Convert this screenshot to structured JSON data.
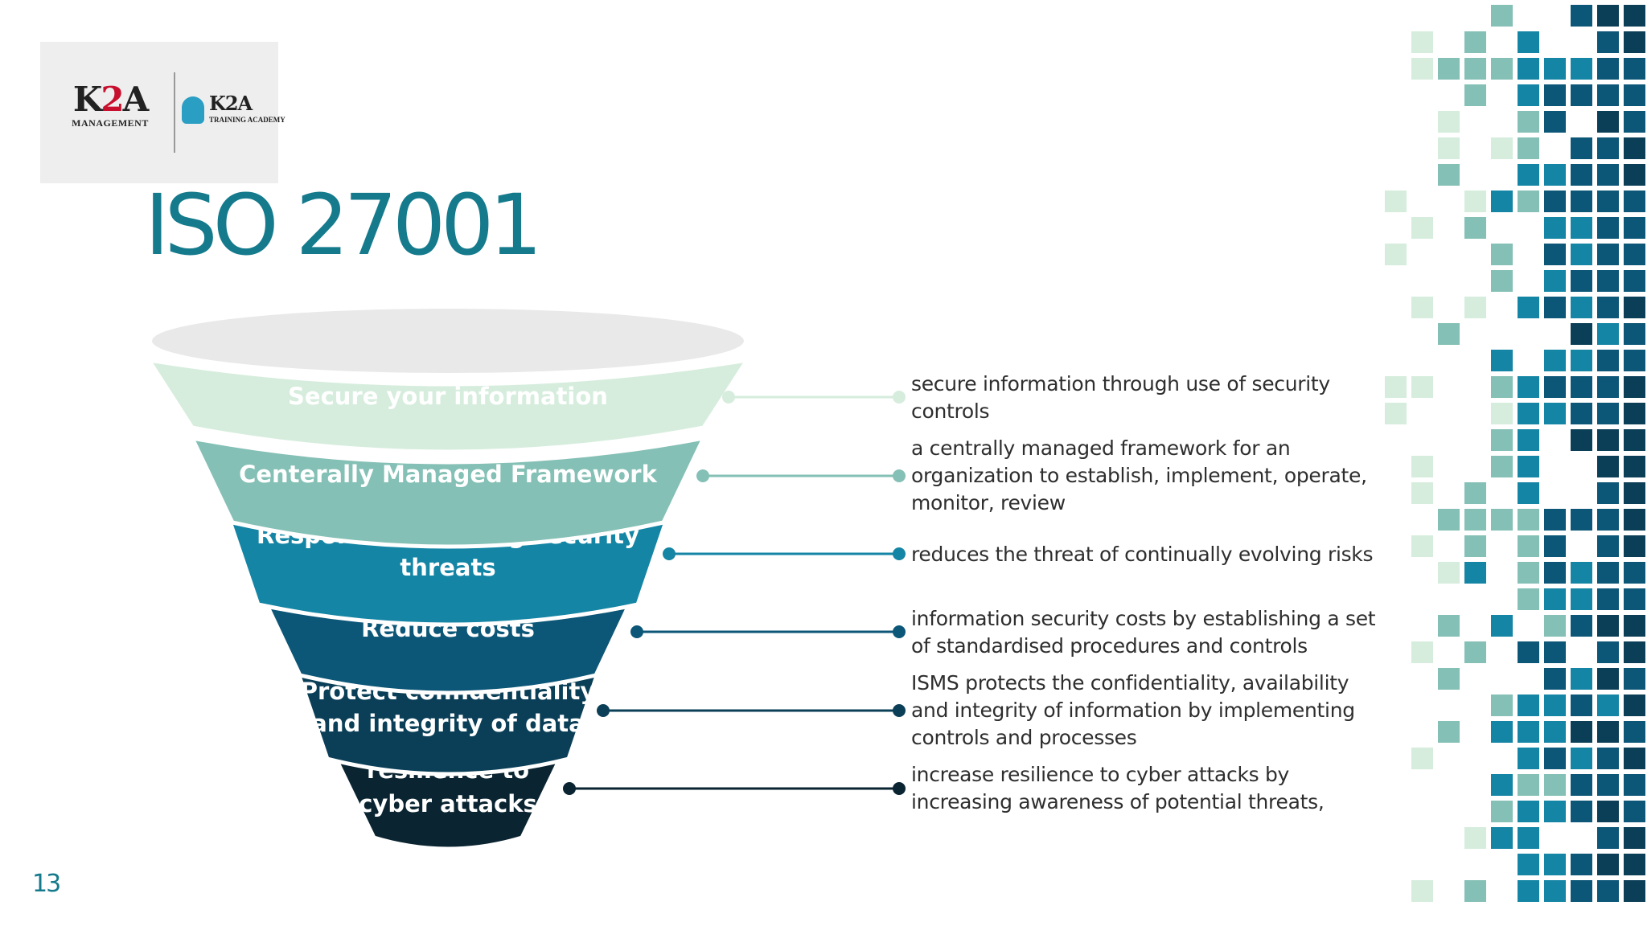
{
  "logo": {
    "brand_name_prefix": "K",
    "brand_name_digit": "2",
    "brand_name_suffix": "A",
    "brand_sub": "MANAGEMENT",
    "right_name": "K2A",
    "right_sub": "TRAINING ACADEMY"
  },
  "title": "ISO 27001",
  "page_number": "13",
  "funnel": {
    "levels": [
      {
        "label_lines": [
          "Secure your information"
        ],
        "color": "#d6eddd",
        "text_color": "#ffffff",
        "dot_color": "#d6eddd"
      },
      {
        "label_lines": [
          "Centerally Managed Framework"
        ],
        "color": "#84c0b5",
        "text_color": "#ffffff",
        "dot_color": "#84c0b5"
      },
      {
        "label_lines": [
          "Respond to evolving security",
          "threats"
        ],
        "color": "#1485a4",
        "text_color": "#ffffff",
        "dot_color": "#1485a4"
      },
      {
        "label_lines": [
          "Reduce costs"
        ],
        "color": "#0c5677",
        "text_color": "#ffffff",
        "dot_color": "#0c5677"
      },
      {
        "label_lines": [
          "Protect confidentiality",
          "and integrity of data"
        ],
        "color": "#0b3f57",
        "text_color": "#ffffff",
        "dot_color": "#0b3f57"
      },
      {
        "label_lines": [
          "resilience to",
          "cyber attacks"
        ],
        "color": "#0a2431",
        "text_color": "#ffffff",
        "dot_color": "#0a2431"
      }
    ],
    "rim_color": "#e9e9e9"
  },
  "descriptions": [
    "secure information through use of security controls",
    "a centrally managed framework for an organization to establish, implement, operate, monitor, review",
    "reduces the threat of continually evolving risks",
    "information security costs by establishing a set of standardised procedures and controls",
    "ISMS protects the confidentiality, availability and integrity of information by implementing controls and processes",
    "increase resilience to cyber attacks by increasing awareness of potential threats,"
  ],
  "tile_palette": [
    "#d6eddd",
    "#84c0b5",
    "#1485a4",
    "#0c5677",
    "#0b3f57"
  ]
}
